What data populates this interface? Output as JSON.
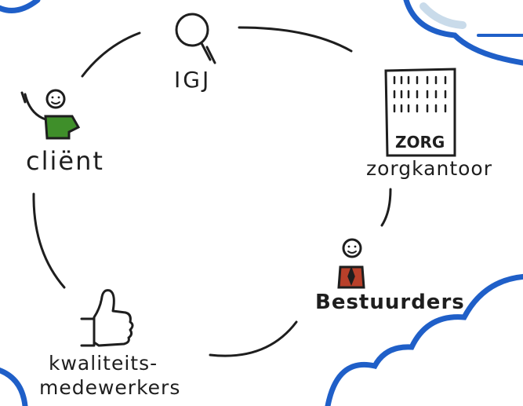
{
  "diagram": {
    "labels": {
      "igj": "IGJ",
      "client": "cliënt",
      "zorg_sign": "ZORG",
      "zorgkantoor": "zorgkantoor",
      "bestuurders": "Bestuurders",
      "kwaliteits": "kwaliteits-",
      "medewerkers": "medewerkers"
    },
    "colors": {
      "ink": "#1e1e1e",
      "cloud_blue": "#1f5fc8",
      "client_shirt": "#3f8f2a",
      "bestuurder_shirt": "#b8402a",
      "light_blue": "#c9dbea"
    },
    "icons": {
      "igj": "magnifier-icon",
      "client": "waving-person-icon",
      "zorgkantoor": "office-building-icon",
      "bestuurders": "person-with-tie-icon",
      "kwaliteitsmedewerkers": "thumbs-up-icon"
    }
  }
}
